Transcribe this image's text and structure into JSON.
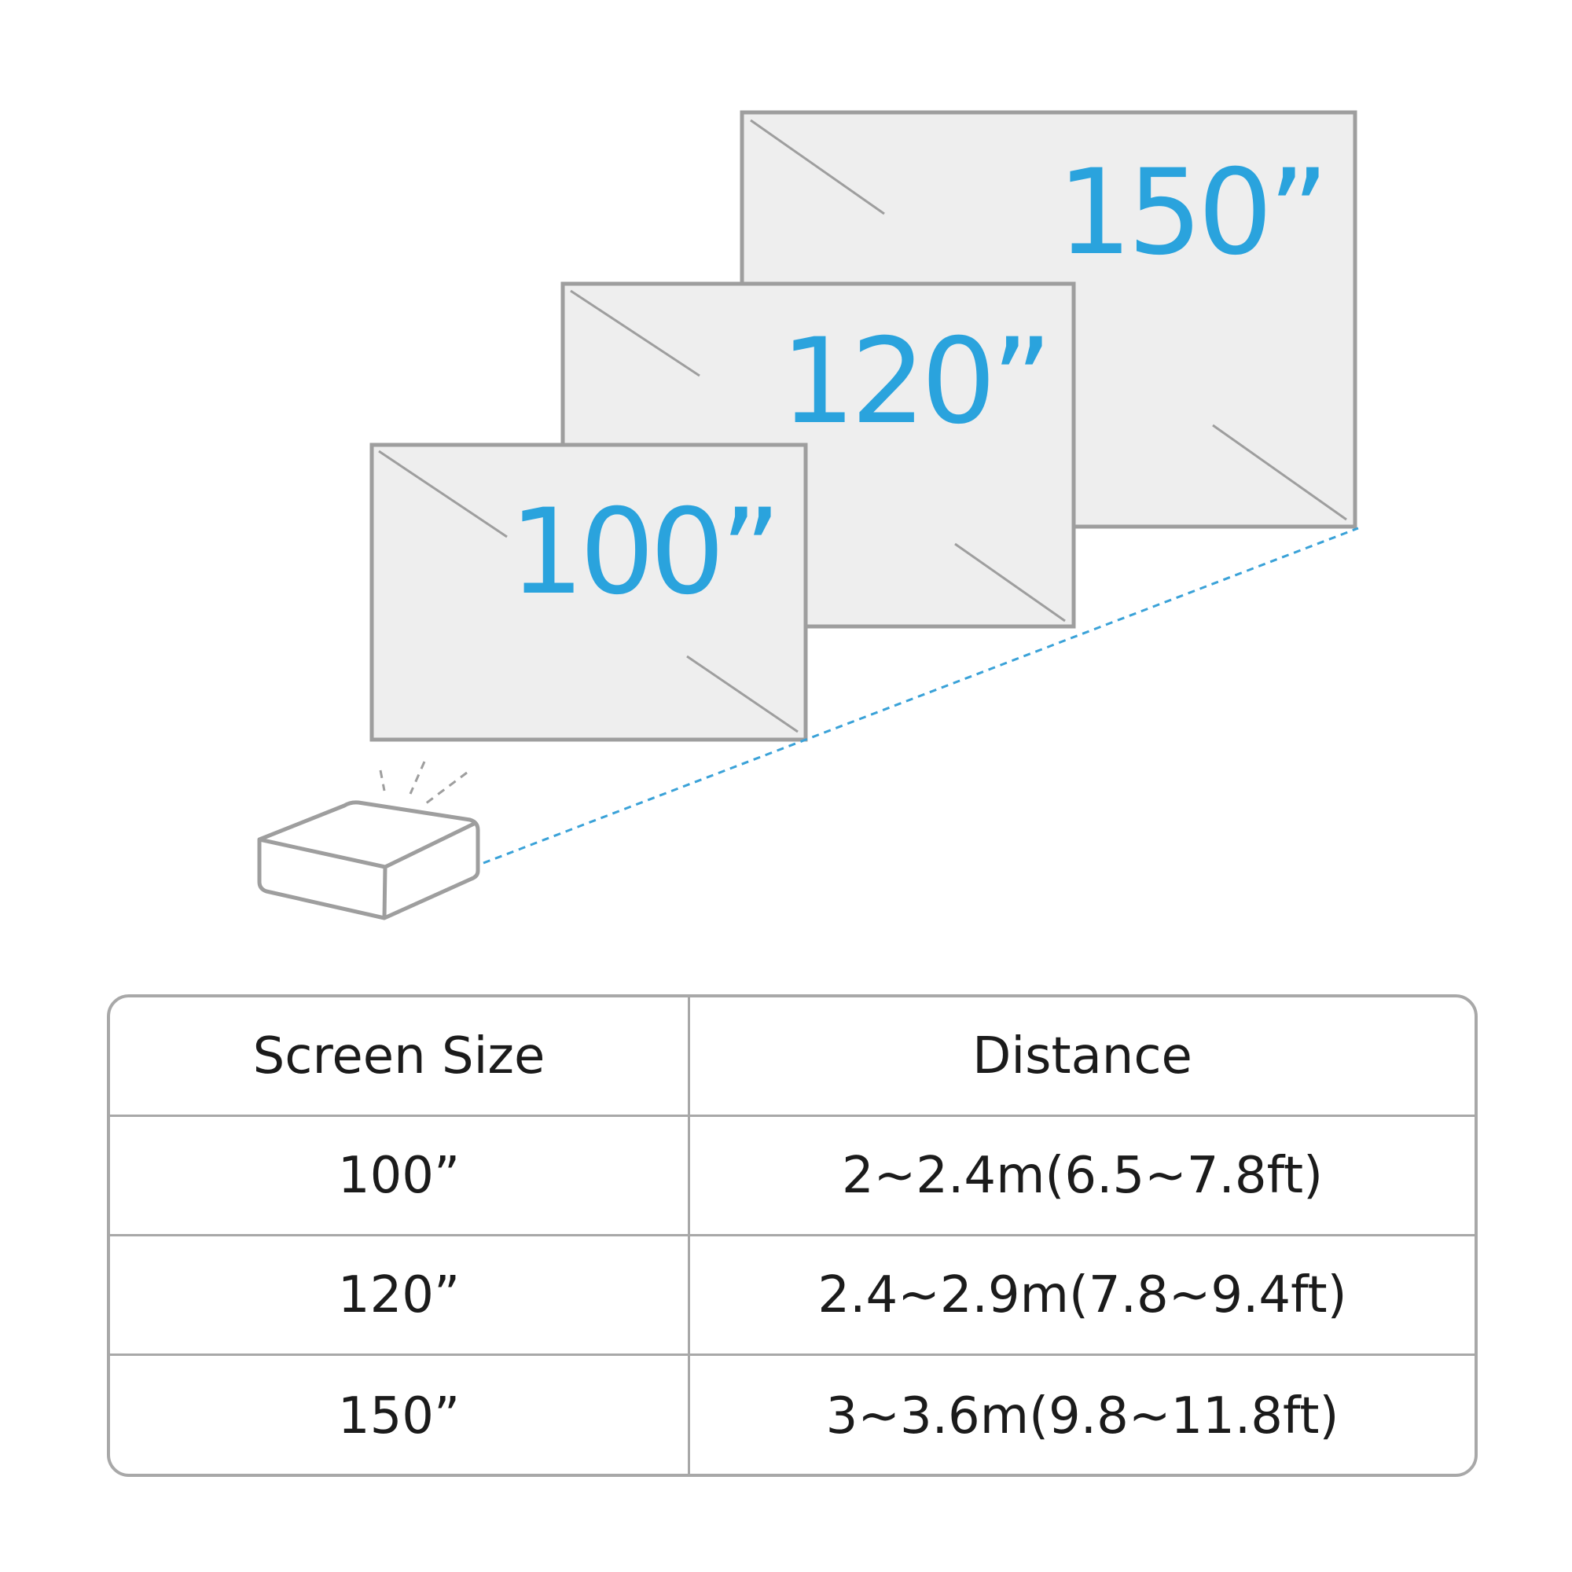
{
  "diagram": {
    "screens": [
      {
        "label": "150”"
      },
      {
        "label": "120”"
      },
      {
        "label": "100”"
      }
    ],
    "colors": {
      "accent": "#2aa3dd",
      "screen_fill": "#eeeeee",
      "outline": "#9e9e9e",
      "projection_line": "#3aa2d8"
    },
    "icons": [
      "projector-icon"
    ]
  },
  "table": {
    "headers": [
      "Screen Size",
      "Distance"
    ],
    "rows": [
      [
        "100”",
        "2~2.4m(6.5~7.8ft)"
      ],
      [
        "120”",
        "2.4~2.9m(7.8~9.4ft)"
      ],
      [
        "150”",
        "3~3.6m(9.8~11.8ft)"
      ]
    ]
  }
}
